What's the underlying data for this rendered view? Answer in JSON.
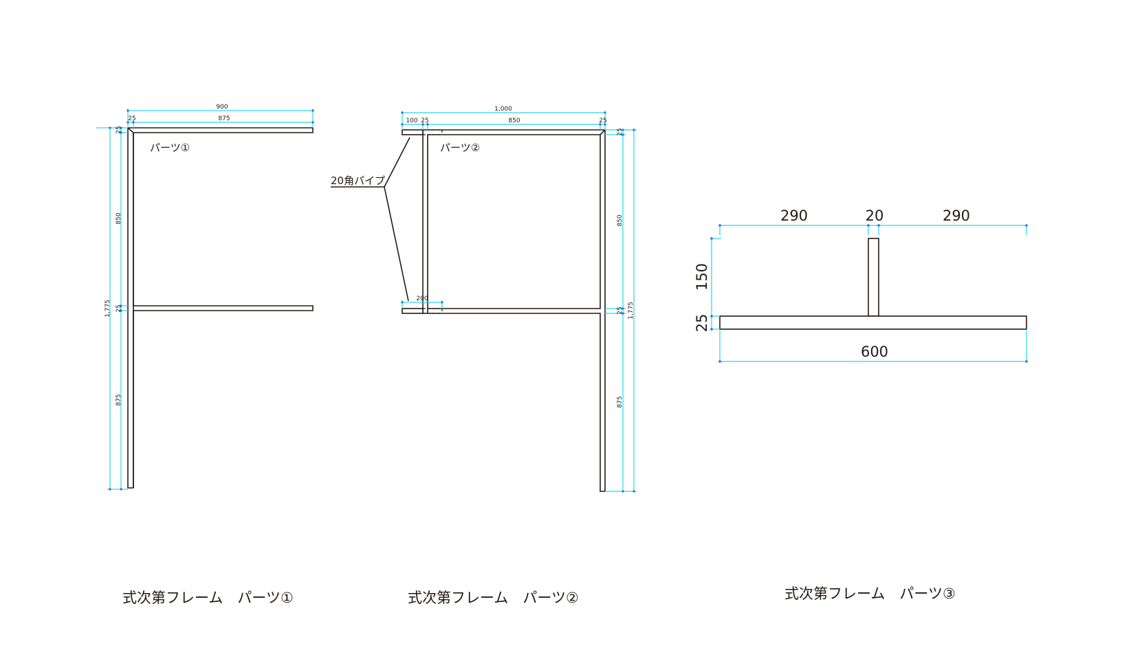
{
  "part1": {
    "caption": "式次第フレーム　パーツ①",
    "label": "パーツ①",
    "dims": {
      "top_total": "900",
      "top_left": "25",
      "top_right": "875",
      "v_top": "25",
      "v_upper": "850",
      "v_mid": "25",
      "v_lower": "875",
      "v_total": "1,775"
    }
  },
  "part2": {
    "caption": "式次第フレーム　パーツ②",
    "label": "パーツ②",
    "callout": "20角パイプ",
    "dims": {
      "top_total": "1,000",
      "top_a": "100",
      "top_b": "25",
      "top_c": "850",
      "top_d": "25",
      "insert": "200",
      "v_top": "25",
      "v_upper": "850",
      "v_mid": "25",
      "v_lower": "875",
      "v_total": "1,775"
    }
  },
  "part3": {
    "caption": "式次第フレーム　パーツ③",
    "dims": {
      "top_left": "290",
      "top_mid": "20",
      "top_right": "290",
      "height_post": "150",
      "height_base": "25",
      "width": "600"
    }
  }
}
